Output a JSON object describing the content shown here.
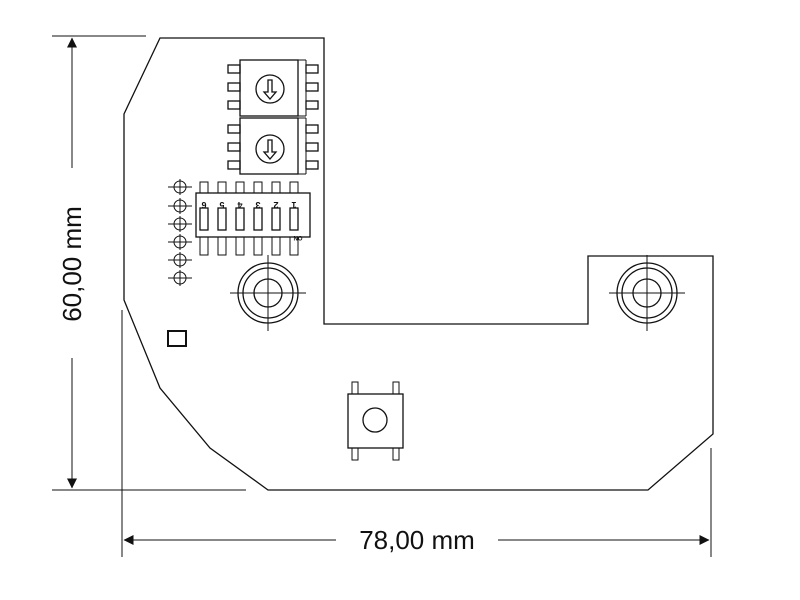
{
  "dimensions": {
    "height_label": "60,00 mm",
    "width_label": "78,00 mm"
  },
  "dip_switch": {
    "numbers": [
      "6",
      "5",
      "4",
      "3",
      "2",
      "1"
    ],
    "on_label": "ON"
  },
  "colors": {
    "line": "#111111",
    "background": "#ffffff"
  }
}
